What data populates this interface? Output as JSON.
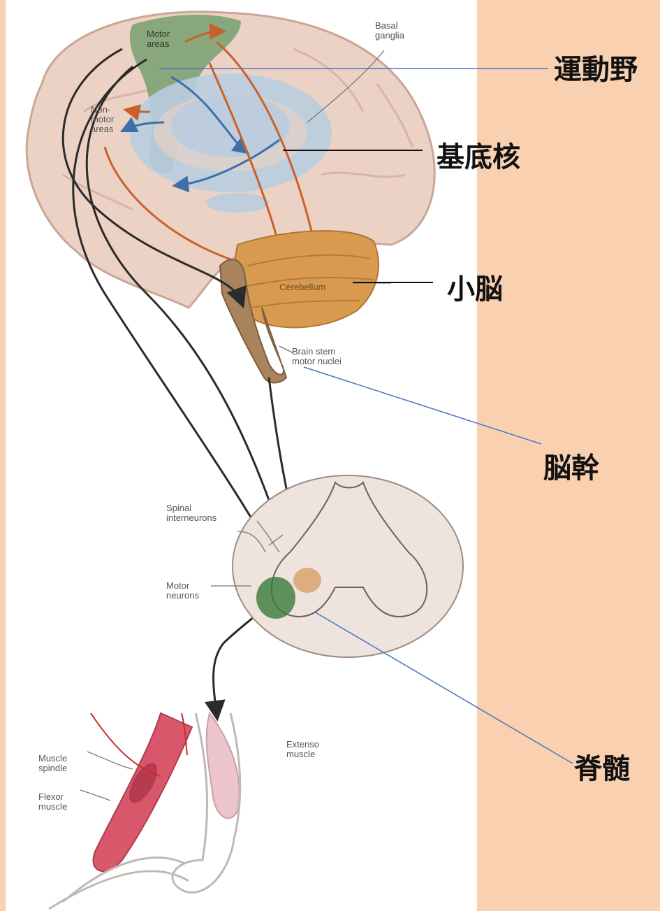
{
  "colors": {
    "background": "#ffffff",
    "side_panel": "#f9d0b0",
    "brain": "#ecd2c4",
    "brain_outline": "#c9a697",
    "motor_area": "#7da275",
    "basal_ganglia": "#b9cddf",
    "cerebellum": "#d89a4e",
    "brainstem": "#a8835c",
    "spinal_cord": "#efe3de",
    "pathway": "#2b2b2b",
    "cortical_loop_arrow": "#c8612a",
    "basal_loop_arrow": "#3f6fa8",
    "leader_blue": "#4a74c2",
    "leader_black": "#111111",
    "flexor_muscle": "#d9576b",
    "extensor_muscle": "#ecc5cc",
    "nerve": "#d02828"
  },
  "japanese_labels": {
    "motor_cortex": "運動野",
    "basal_ganglia": "基底核",
    "cerebellum": "小脳",
    "brainstem": "脳幹",
    "spinal_cord": "脊髄"
  },
  "english_labels": {
    "motor_areas": "Motor\nareas",
    "non_motor_areas": "Non-\nmotor\nareas",
    "basal_ganglia": "Basal\nganglia",
    "cerebellum": "Cerebellum",
    "brain_stem_motor_nuclei": "Brain stem\nmotor nuclei",
    "spinal_interneurons": "Spinal\ninterneurons",
    "motor_neurons": "Motor\nneurons",
    "extensor_muscle": "Extenso\nmuscle",
    "muscle_spindle": "Muscle\nspindle",
    "flexor_muscle": "Flexor\nmuscle"
  },
  "icons": {
    "pathway_arrowhead": "arrowhead-icon"
  }
}
